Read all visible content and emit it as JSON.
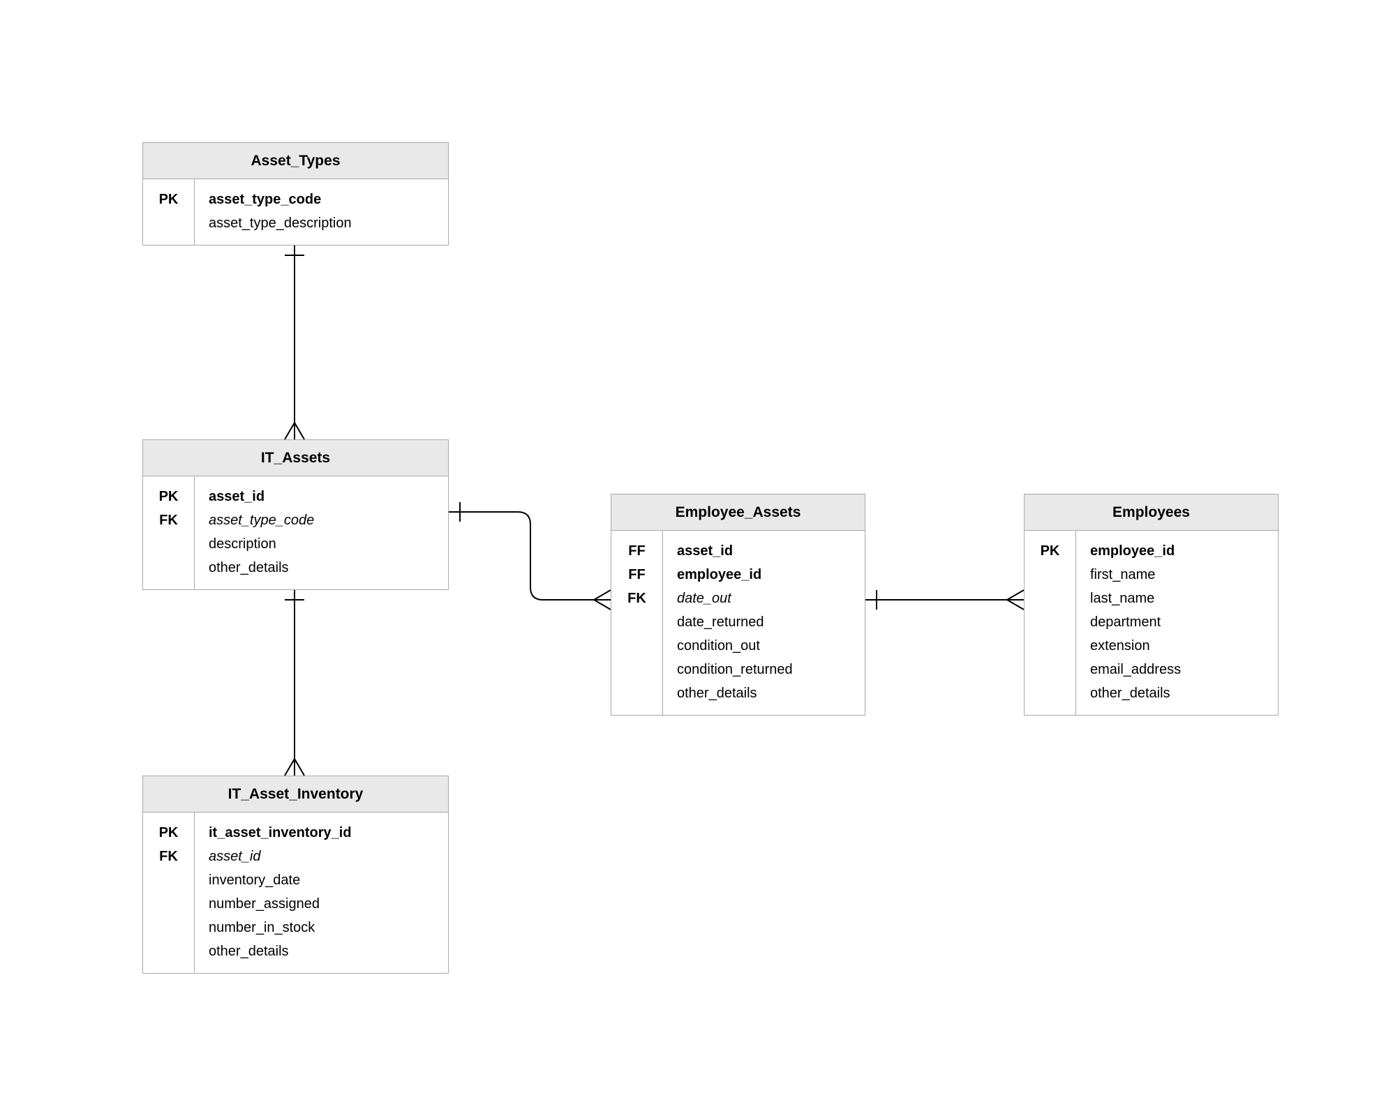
{
  "diagram": {
    "type": "entity-relationship",
    "colors": {
      "background": "#ffffff",
      "entity_border": "#a8a8a8",
      "entity_header_fill": "#e9e9e9",
      "text": "#000000",
      "relationship_line": "#000000"
    }
  },
  "entities": [
    {
      "id": "asset-types",
      "title": "Asset_Types",
      "rows": [
        {
          "key": "PK",
          "name": "asset_type_code",
          "style": "bold"
        },
        {
          "key": " ",
          "name": "asset_type_description",
          "style": "normal"
        }
      ]
    },
    {
      "id": "it-assets",
      "title": "IT_Assets",
      "rows": [
        {
          "key": "PK",
          "name": "asset_id",
          "style": "bold"
        },
        {
          "key": "FK",
          "name": "asset_type_code",
          "style": "italic"
        },
        {
          "key": " ",
          "name": "description",
          "style": "normal"
        },
        {
          "key": " ",
          "name": "other_details",
          "style": "normal"
        }
      ]
    },
    {
      "id": "it-asset-inventory",
      "title": "IT_Asset_Inventory",
      "rows": [
        {
          "key": "PK",
          "name": "it_asset_inventory_id",
          "style": "bold"
        },
        {
          "key": "FK",
          "name": "asset_id",
          "style": "italic"
        },
        {
          "key": " ",
          "name": "inventory_date",
          "style": "normal"
        },
        {
          "key": " ",
          "name": "number_assigned",
          "style": "normal"
        },
        {
          "key": " ",
          "name": "number_in_stock",
          "style": "normal"
        },
        {
          "key": " ",
          "name": "other_details",
          "style": "normal"
        }
      ]
    },
    {
      "id": "employee-assets",
      "title": "Employee_Assets",
      "rows": [
        {
          "key": "FF",
          "name": "asset_id",
          "style": "bold"
        },
        {
          "key": "FF",
          "name": "employee_id",
          "style": "bold"
        },
        {
          "key": "FK",
          "name": "date_out",
          "style": "italic"
        },
        {
          "key": " ",
          "name": "date_returned",
          "style": "normal"
        },
        {
          "key": " ",
          "name": "condition_out",
          "style": "normal"
        },
        {
          "key": " ",
          "name": "condition_returned",
          "style": "normal"
        },
        {
          "key": " ",
          "name": "other_details",
          "style": "normal"
        }
      ]
    },
    {
      "id": "employees",
      "title": "Employees",
      "rows": [
        {
          "key": "PK",
          "name": "employee_id",
          "style": "bold"
        },
        {
          "key": " ",
          "name": "first_name",
          "style": "normal"
        },
        {
          "key": " ",
          "name": "last_name",
          "style": "normal"
        },
        {
          "key": " ",
          "name": "department",
          "style": "normal"
        },
        {
          "key": " ",
          "name": "extension",
          "style": "normal"
        },
        {
          "key": " ",
          "name": "email_address",
          "style": "normal"
        },
        {
          "key": " ",
          "name": "other_details",
          "style": "normal"
        }
      ]
    }
  ],
  "relationships": [
    {
      "from": "Asset_Types",
      "to": "IT_Assets",
      "from_cardinality": "one",
      "to_cardinality": "many"
    },
    {
      "from": "IT_Assets",
      "to": "IT_Asset_Inventory",
      "from_cardinality": "one",
      "to_cardinality": "many"
    },
    {
      "from": "IT_Assets",
      "to": "Employee_Assets",
      "from_cardinality": "one",
      "to_cardinality": "many"
    },
    {
      "from": "Employee_Assets",
      "to": "Employees",
      "from_cardinality": "one",
      "to_cardinality": "many"
    }
  ]
}
